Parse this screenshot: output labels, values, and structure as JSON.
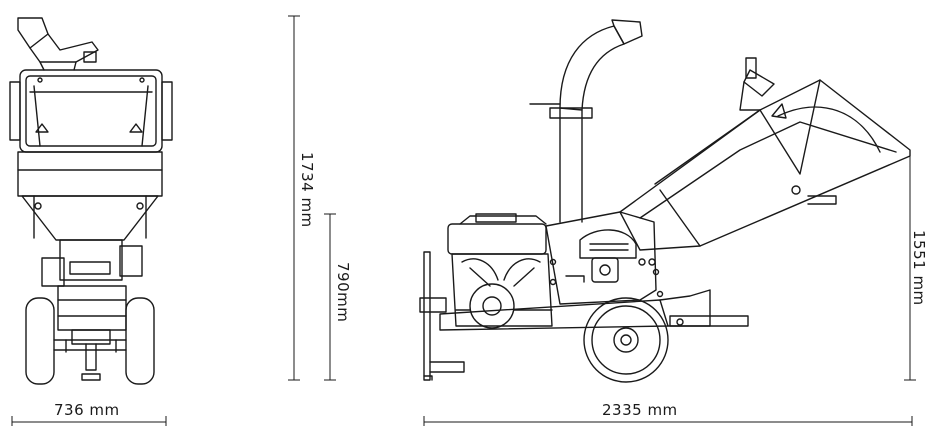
{
  "dimensions": {
    "front_width": "736 mm",
    "front_height": "1734 mm",
    "front_hopper_height": "790mm",
    "side_length": "2335 mm",
    "side_height": "1551 mm"
  },
  "colors": {
    "line": "#1a1a1a",
    "background": "#ffffff"
  }
}
